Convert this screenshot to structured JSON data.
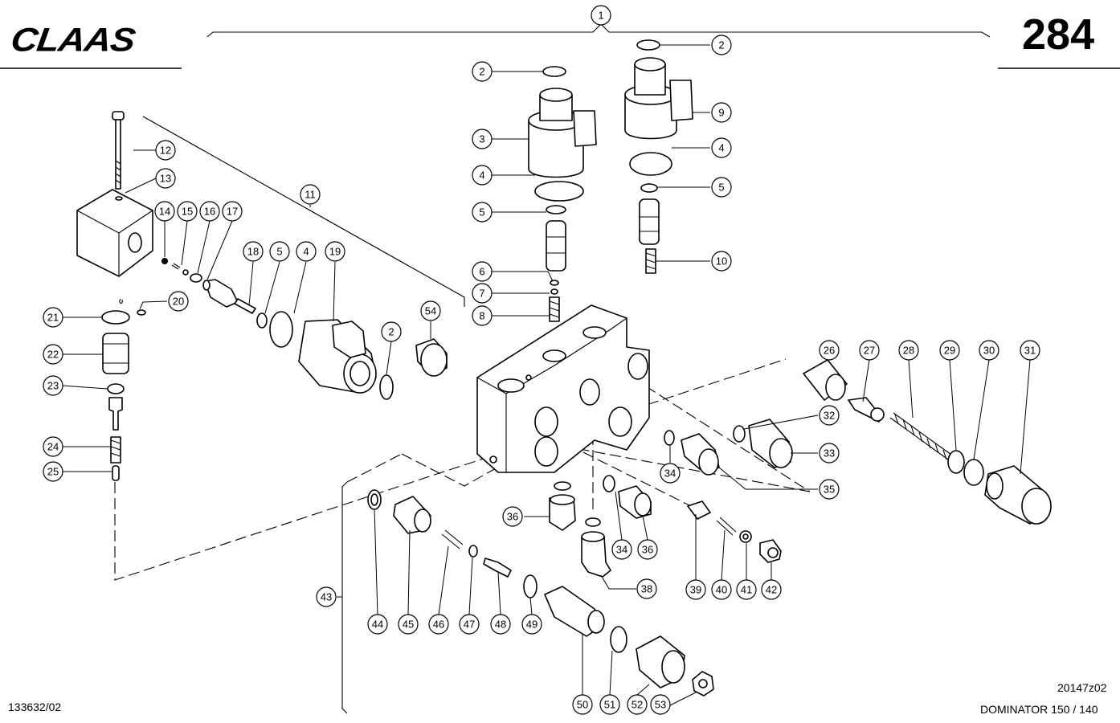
{
  "header": {
    "brand": "CLAAS",
    "page_number": "284"
  },
  "footer": {
    "doc_number": "133632/02",
    "drawing_code": "20147z02",
    "model": "DOMINATOR 150 / 140"
  },
  "callouts": {
    "c1": "1",
    "c2a": "2",
    "c2b": "2",
    "c2c": "2",
    "c3": "3",
    "c4a": "4",
    "c4b": "4",
    "c4c": "4",
    "c5a": "5",
    "c5b": "5",
    "c5c": "5",
    "c6": "6",
    "c7": "7",
    "c8": "8",
    "c9": "9",
    "c10": "10",
    "c11": "11",
    "c12": "12",
    "c13": "13",
    "c14": "14",
    "c15": "15",
    "c16": "16",
    "c17": "17",
    "c18": "18",
    "c19": "19",
    "c20": "20",
    "c21": "21",
    "c22": "22",
    "c23": "23",
    "c24": "24",
    "c25": "25",
    "c26": "26",
    "c27": "27",
    "c28": "28",
    "c29": "29",
    "c30": "30",
    "c31": "31",
    "c32": "32",
    "c33": "33",
    "c34a": "34",
    "c34b": "34",
    "c35": "35",
    "c36a": "36",
    "c36b": "36",
    "c38": "38",
    "c39": "39",
    "c40": "40",
    "c41": "41",
    "c42": "42",
    "c43": "43",
    "c44": "44",
    "c45": "45",
    "c46": "46",
    "c47": "47",
    "c48": "48",
    "c49": "49",
    "c50": "50",
    "c51": "51",
    "c52": "52",
    "c53": "53",
    "c54": "54"
  }
}
